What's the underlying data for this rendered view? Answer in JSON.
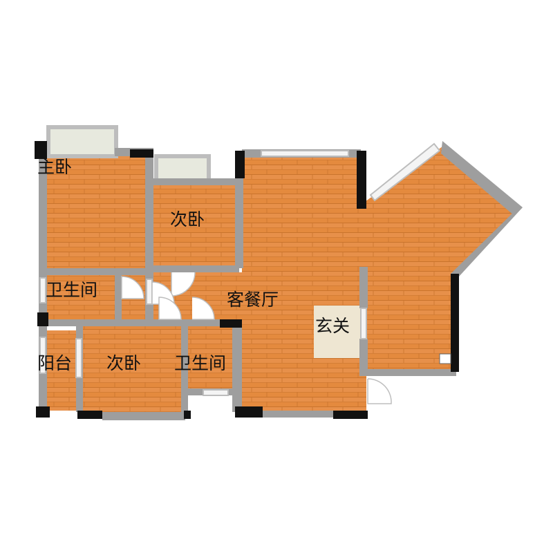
{
  "floorplan": {
    "rooms": {
      "master_bedroom": "主卧",
      "second_bedroom_top": "次卧",
      "bathroom_left": "卫生间",
      "living_dining": "客餐厅",
      "entrance": "玄关",
      "balcony": "阳台",
      "second_bedroom_bottom": "次卧",
      "bathroom_mid": "卫生间"
    },
    "colors": {
      "wood_floor": "#E48A3E",
      "wood_plank_line": "#C9742D",
      "tile_floor": "#EEE6D2",
      "wall_gray": "#9E9E9E",
      "wall_black": "#111111",
      "window_frame": "#BDBDBD",
      "bay_window_fill": "#E7E9DE"
    }
  }
}
